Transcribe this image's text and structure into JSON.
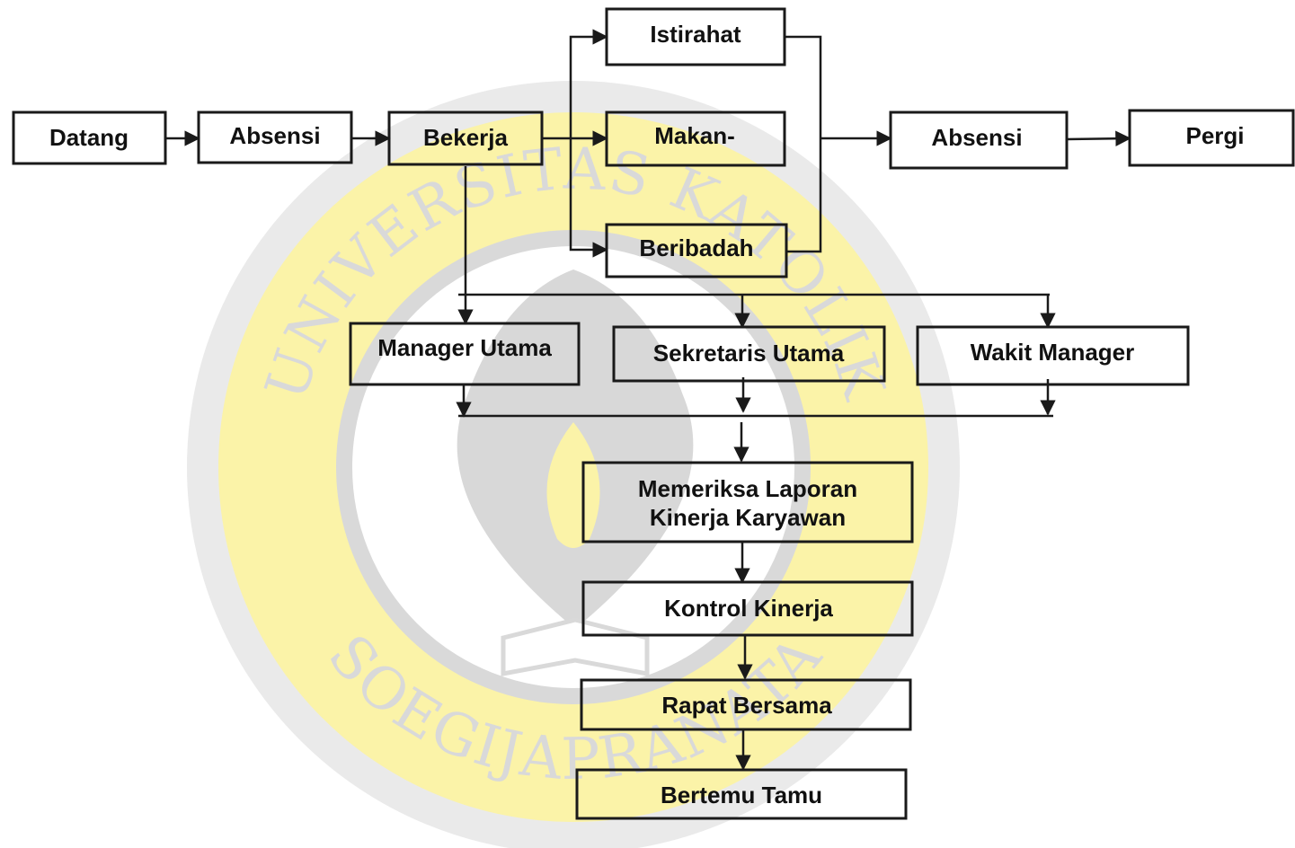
{
  "diagram": {
    "nodes": {
      "datang": "Datang",
      "absensi_in": "Absensi",
      "bekerja": "Bekerja",
      "istirahat": "Istirahat",
      "makan": "Makan-",
      "beribadah": "Beribadah",
      "absensi_out": "Absensi",
      "pergi": "Pergi",
      "manager_utama": "Manager Utama",
      "sekretaris_utama": "Sekretaris Utama",
      "wakil_manager": "Wakit Manager",
      "memeriksa_line1": "Memeriksa Laporan",
      "memeriksa_line2": "Kinerja Karyawan",
      "kontrol_kinerja": "Kontrol Kinerja",
      "rapat_bersama": "Rapat Bersama",
      "bertemu_tamu": "Bertemu Tamu"
    },
    "watermark": {
      "top_arc": "UNIVERSITAS KATOLIK",
      "bottom_arc": "SOEGIJAPRANATA",
      "colors": {
        "outer": "#d9d9d9",
        "yellow": "#fbf3a8",
        "inner": "#b8b8b8"
      }
    }
  }
}
